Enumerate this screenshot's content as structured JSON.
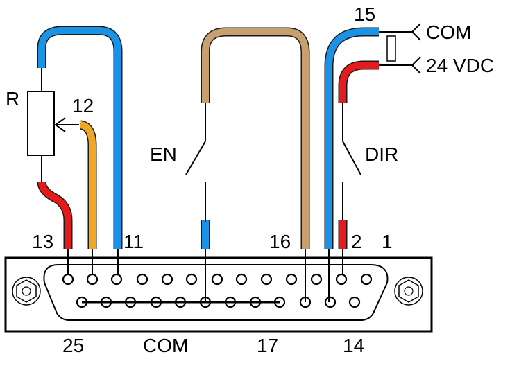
{
  "labels": {
    "resistor": "R",
    "wiper_pin": "12",
    "pin_13": "13",
    "pin_11": "11",
    "pin_16": "16",
    "pin_2": "2",
    "pin_1": "1",
    "pin_15": "15",
    "enable_switch": "EN",
    "direction_switch": "DIR",
    "terminal_com": "COM",
    "terminal_24vdc": "24 VDC",
    "pin_25": "25",
    "bottom_com": "COM",
    "pin_17": "17",
    "pin_14": "14"
  },
  "colors": {
    "blue_wire": "#1a93e6",
    "tan_wire": "#c8a070",
    "red_wire": "#e51a1a",
    "orange_wire": "#f0a820",
    "wire_outline": "#1a1a1a"
  },
  "icons": {
    "resistor": "potentiometer-icon",
    "switch": "switch-icon",
    "connector": "db25-connector-icon",
    "screw": "mounting-screw-icon"
  }
}
